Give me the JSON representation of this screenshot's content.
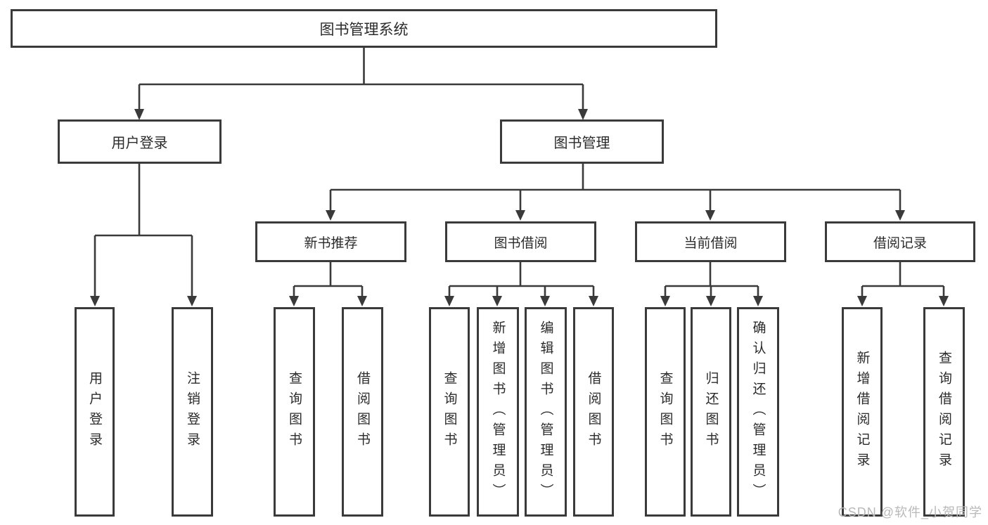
{
  "tree": {
    "root": {
      "label": "图书管理系统"
    },
    "branches": [
      {
        "label": "用户登录",
        "leaves": [
          {
            "label": "用户登录"
          },
          {
            "label": "注销登录"
          }
        ]
      },
      {
        "label": "图书管理",
        "groups": [
          {
            "label": "新书推荐",
            "leaves": [
              {
                "label": "查询图书"
              },
              {
                "label": "借阅图书"
              }
            ]
          },
          {
            "label": "图书借阅",
            "leaves": [
              {
                "label": "查询图书"
              },
              {
                "label": "新增图书（管理员）"
              },
              {
                "label": "编辑图书（管理员）"
              },
              {
                "label": "借阅图书"
              }
            ]
          },
          {
            "label": "当前借阅",
            "leaves": [
              {
                "label": "查询图书"
              },
              {
                "label": "归还图书"
              },
              {
                "label": "确认归还（管理员）"
              }
            ]
          },
          {
            "label": "借阅记录",
            "leaves": [
              {
                "label": "新增借阅记录"
              },
              {
                "label": "查询借阅记录"
              }
            ]
          }
        ]
      }
    ]
  },
  "watermark": "CSDN @软件_小贺同学",
  "colors": {
    "line": "#3a3a3a",
    "text": "#2b2b2b",
    "watermark": "#b9b9b9",
    "background": "#ffffff"
  }
}
